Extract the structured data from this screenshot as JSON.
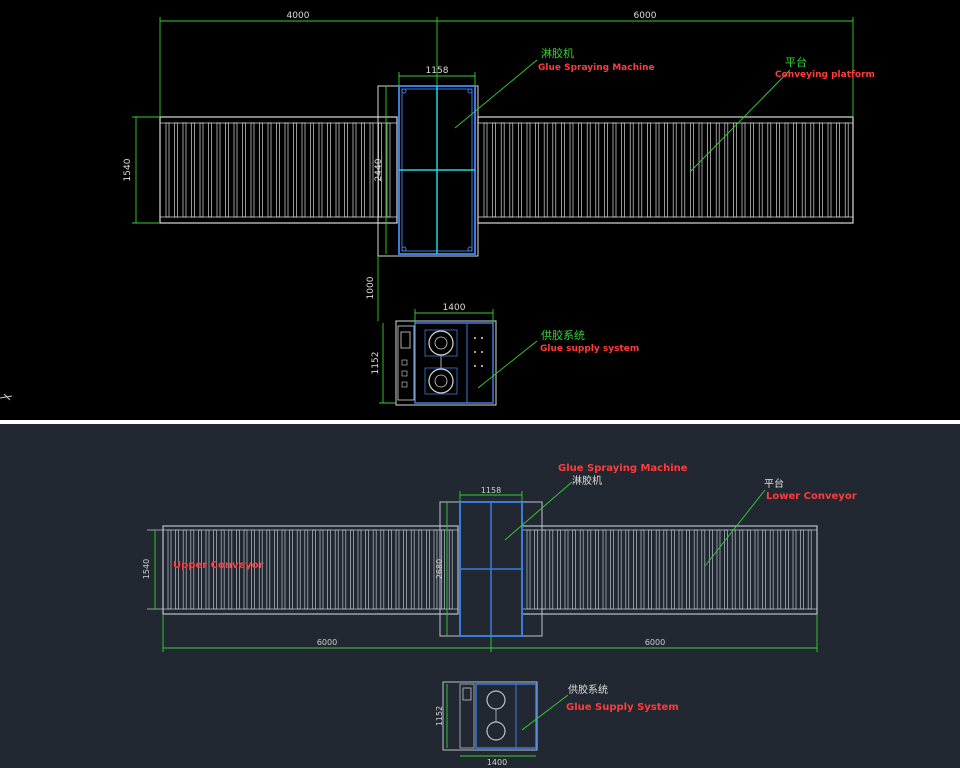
{
  "top": {
    "dims": {
      "left_length": "4000",
      "right_length": "6000",
      "machine_width": "1158",
      "conveyor_width": "1540",
      "machine_length": "2440",
      "gap": "1000",
      "supply_width": "1400",
      "supply_height": "1152"
    },
    "labels": {
      "machine_cn": "淋胶机",
      "machine_en": "Glue Spraying Machine",
      "platform_cn": "平台",
      "platform_en": "Conveying platform",
      "supply_cn": "供胶系统",
      "supply_en": "Glue supply system"
    }
  },
  "bottom": {
    "dims": {
      "machine_width": "1158",
      "conveyor_width": "1540",
      "machine_length": "2680",
      "left_length": "6000",
      "right_length": "6000",
      "supply_height": "1152",
      "supply_width": "1400"
    },
    "labels": {
      "machine_en": "Glue Spraying Machine",
      "machine_cn": "淋胶机",
      "platform_cn": "平台",
      "platform_en": "Lower Conveyor",
      "upper_en": "Upper Conveyor",
      "supply_cn": "供胶系统",
      "supply_en": "Glue Supply System"
    }
  },
  "colors": {
    "top_bg": "#000000",
    "bottom_bg": "#222831",
    "divider": "#ffffff",
    "dim_line": "#33d133",
    "label_red": "#ff3b3b",
    "machine_blue": "#3d7bd9",
    "center_cyan": "#1fd6d6",
    "conveyor": "#d8d8d8",
    "conveyor_bottom": "#b9c2cc"
  }
}
